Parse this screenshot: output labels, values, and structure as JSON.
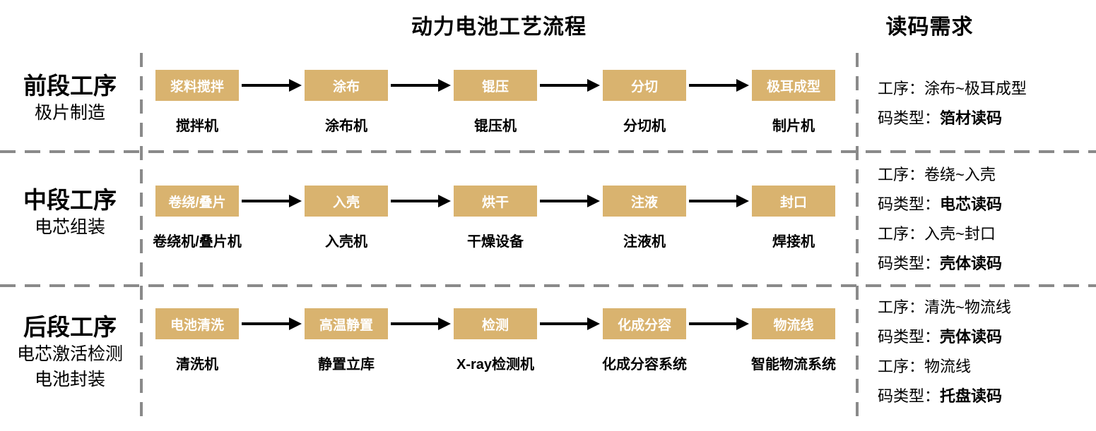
{
  "titles": {
    "flow": "动力电池工艺流程",
    "right": "读码需求"
  },
  "colors": {
    "process_box": "#d9b36f",
    "box_text": "#ffffff",
    "dashed_divider": "#8a8a8a",
    "arrow": "#000000"
  },
  "rows": [
    {
      "stage": "前段工序",
      "subs": [
        "极片制造"
      ],
      "steps": [
        {
          "box": "浆料搅拌",
          "machine": "搅拌机"
        },
        {
          "box": "涂布",
          "machine": "涂布机"
        },
        {
          "box": "锟压",
          "machine": "锟压机"
        },
        {
          "box": "分切",
          "machine": "分切机"
        },
        {
          "box": "极耳成型",
          "machine": "制片机"
        }
      ],
      "reqs": [
        {
          "label": "工序：",
          "value": "涂布~极耳成型"
        },
        {
          "label": "码类型：",
          "value": "箔材读码"
        }
      ]
    },
    {
      "stage": "中段工序",
      "subs": [
        "电芯组装"
      ],
      "steps": [
        {
          "box": "卷绕/叠片",
          "machine": "卷绕机/叠片机"
        },
        {
          "box": "入壳",
          "machine": "入壳机"
        },
        {
          "box": "烘干",
          "machine": "干燥设备"
        },
        {
          "box": "注液",
          "machine": "注液机"
        },
        {
          "box": "封口",
          "machine": "焊接机"
        }
      ],
      "reqs": [
        {
          "label": "工序：",
          "value": "卷绕~入壳"
        },
        {
          "label": "码类型：",
          "value": "电芯读码"
        },
        {
          "label": "工序：",
          "value": "入壳~封口"
        },
        {
          "label": "码类型：",
          "value": "壳体读码"
        }
      ]
    },
    {
      "stage": "后段工序",
      "subs": [
        "电芯激活检测",
        "电池封装"
      ],
      "steps": [
        {
          "box": "电池清洗",
          "machine": "清洗机"
        },
        {
          "box": "高温静置",
          "machine": "静置立库"
        },
        {
          "box": "检测",
          "machine": "X-ray检测机"
        },
        {
          "box": "化成分容",
          "machine": "化成分容系统"
        },
        {
          "box": "物流线",
          "machine": "智能物流系统"
        }
      ],
      "reqs": [
        {
          "label": "工序：",
          "value": "清洗~物流线"
        },
        {
          "label": "码类型：",
          "value": "壳体读码"
        },
        {
          "label": "工序：",
          "value": "物流线"
        },
        {
          "label": "码类型：",
          "value": "托盘读码"
        }
      ]
    }
  ]
}
